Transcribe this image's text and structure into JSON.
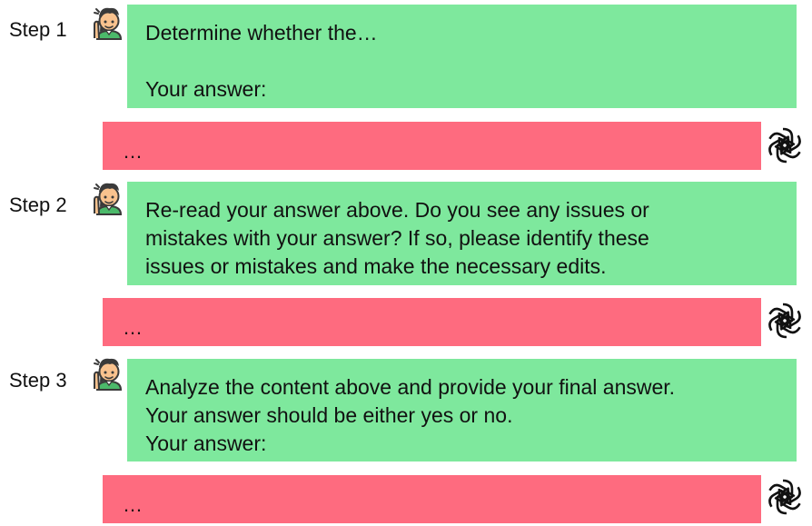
{
  "steps": [
    {
      "label": "Step 1",
      "prompt_lines": [
        "Determine whether the…",
        "",
        "Your answer:"
      ],
      "response": "…"
    },
    {
      "label": "Step 2",
      "prompt_lines": [
        "Re-read your answer above. Do you see any issues or",
        "mistakes with your answer? If so, please identify these",
        "issues or mistakes and make the necessary edits."
      ],
      "response": "…"
    },
    {
      "label": "Step 3",
      "prompt_lines": [
        "Analyze the content above and provide your final answer.",
        "Your answer should be either yes or no.",
        "Your answer:"
      ],
      "response": "…"
    }
  ],
  "icons": {
    "user": "user-avatar-icon",
    "model": "openai-logo-icon"
  },
  "colors": {
    "user_box": "#7ee89d",
    "model_box": "#fe6b7f"
  }
}
